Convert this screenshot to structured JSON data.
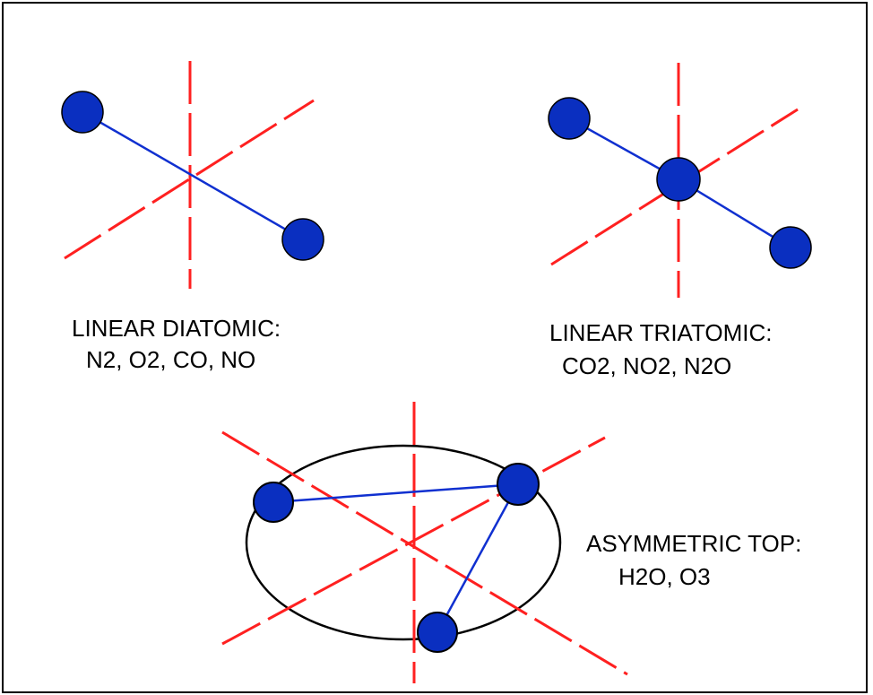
{
  "panels": [
    {
      "id": "diatomic",
      "title": "LINEAR DIATOMIC:",
      "examples": "N2, O2, CO, NO"
    },
    {
      "id": "triatomic",
      "title": "LINEAR TRIATOMIC:",
      "examples": "CO2, NO2, N2O"
    },
    {
      "id": "asymmetric",
      "title": "ASYMMETRIC TOP:",
      "examples": "H2O, O3"
    }
  ],
  "colors": {
    "axis": "#ff2020",
    "bond": "#1030d0",
    "atom": "#0a2fc0",
    "outline": "#000000"
  }
}
